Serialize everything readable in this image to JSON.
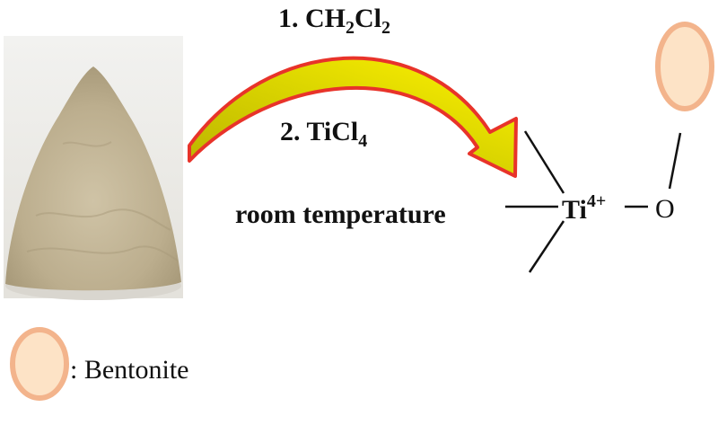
{
  "reaction": {
    "step1": {
      "prefix": "1. CH",
      "sub1": "2",
      "mid": "Cl",
      "sub2": "2"
    },
    "step2": {
      "prefix": "2. TiCl",
      "sub": "4"
    },
    "condition": "room temperature"
  },
  "product": {
    "metal": "Ti",
    "charge": "4+",
    "oxygen": "O"
  },
  "legend": {
    "label": ": Bentonite"
  },
  "colors": {
    "arrow_fill": "#c8c400",
    "arrow_gradient_end": "#f4ee00",
    "arrow_outline": "#e8332a",
    "bentonite_fill": "#fde3c6",
    "bentonite_stroke": "#f3b48c",
    "powder": "#bdb194"
  }
}
